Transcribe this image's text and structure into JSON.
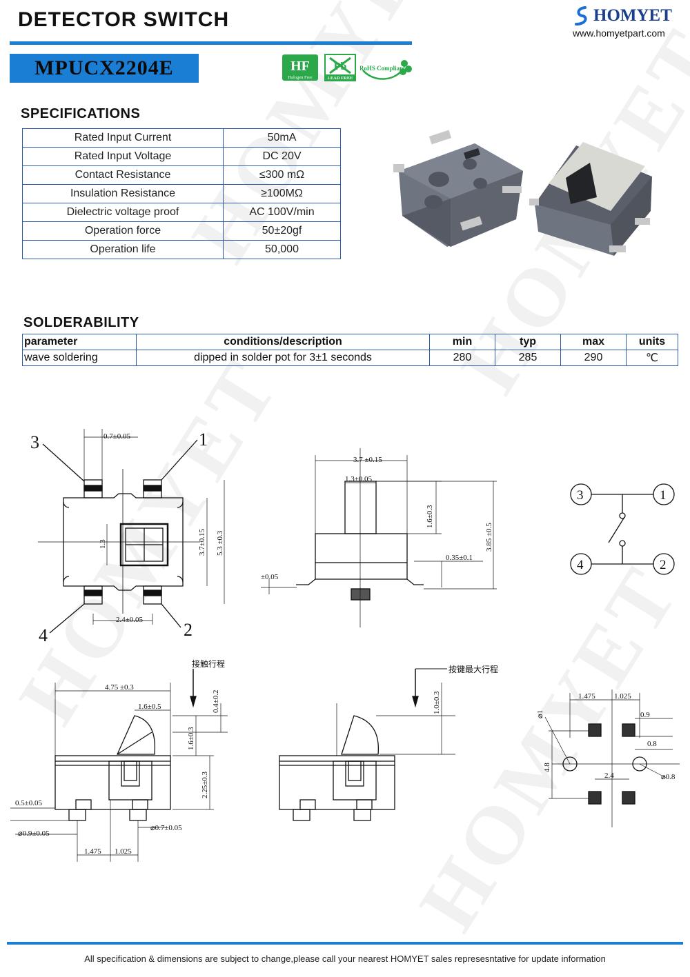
{
  "header": {
    "title": "DETECTOR SWITCH",
    "brand_name": "HOMYET",
    "brand_url": "www.homyetpart.com"
  },
  "model": "MPUCX2204E",
  "badges": [
    {
      "mark": "HF",
      "label": "Halogen Free"
    },
    {
      "mark": "Pb",
      "label": "LEAD FREE"
    },
    {
      "mark": "RoHS Compliant",
      "label": ""
    }
  ],
  "specifications": {
    "title": "SPECIFICATIONS",
    "rows": [
      {
        "name": "Rated Input Current",
        "value": "50mA"
      },
      {
        "name": "Rated Input Voltage",
        "value": "DC  20V"
      },
      {
        "name": "Contact Resistance",
        "value": "≤300 mΩ"
      },
      {
        "name": "Insulation Resistance",
        "value": "≥100MΩ"
      },
      {
        "name": "Dielectric voltage proof",
        "value": "AC 100V/min"
      },
      {
        "name": "Operation force",
        "value": "50±20gf"
      },
      {
        "name": "Operation life",
        "value": "50,000"
      }
    ]
  },
  "solderability": {
    "title": "SOLDERABILITY",
    "headers": [
      "parameter",
      "conditions/description",
      "min",
      "typ",
      "max",
      "units"
    ],
    "row": [
      "wave soldering",
      "dipped in solder pot for 3±1 seconds",
      "280",
      "285",
      "290",
      "℃"
    ]
  },
  "drawing": {
    "pins": [
      "3",
      "1",
      "4",
      "2"
    ],
    "top_view": {
      "d1": "0.7±0.05",
      "d2": "1.3",
      "d3": "3.7±0.15",
      "d4": "5.3 ±0.3",
      "d5": "2.4±0.05"
    },
    "side_view": {
      "d1": "3.7 ±0.15",
      "d2": "1.3±0.05",
      "d3": "1.6±0.3",
      "d4": "3.85 ±0.5",
      "d5": "0.35±0.1",
      "d6": "±0.05"
    },
    "front_view": {
      "note": "接触行程",
      "d1": "4.75 ±0.3",
      "d2": "1.6±0.5",
      "d3": "0.4±0.2",
      "d4": "1.6±0.3",
      "d5": "2.25±0.3",
      "d6": "0.5±0.05",
      "d7": "⌀0.9±0.05",
      "d8": "⌀0.7±0.05",
      "d9": "1.475",
      "d10": "1.025"
    },
    "front_view2": {
      "note": "按键最大行程",
      "d1": "1.0±0.3"
    },
    "pcb_layout": {
      "d1": "1.475",
      "d2": "1.025",
      "d3": "⌀1",
      "d4": "0.9",
      "d5": "0.8",
      "d6": "4.8",
      "d7": "2.4",
      "d8": "⌀0.8"
    }
  },
  "footer": "All specification & dimensions are subject to change,please call your nearest HOMYET sales represesntative for update information",
  "colors": {
    "accent": "#1a7fd4",
    "brand": "#1c3f8c",
    "table_border": "#2a5aa8"
  }
}
